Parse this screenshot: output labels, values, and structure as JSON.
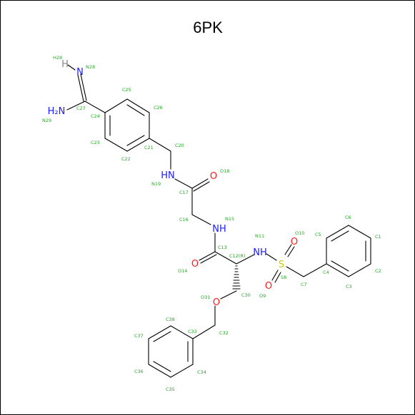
{
  "title": "6PK",
  "colors": {
    "carbon": "#000000",
    "nitrogen": "#1a1aff",
    "oxygen": "#ff1a1a",
    "sulfur": "#cccc00",
    "hydrogen": "#888888",
    "atom_number": "#22aa22"
  },
  "atom_labels": [
    {
      "id": "n28",
      "text": "N",
      "element": "N"
    },
    {
      "id": "h28",
      "text": "H",
      "element": "H"
    },
    {
      "id": "n29",
      "text": "H₂N",
      "element": "N"
    },
    {
      "id": "n19",
      "text": "HN",
      "element": "N"
    },
    {
      "id": "o18",
      "text": "O",
      "element": "O"
    },
    {
      "id": "n15",
      "text": "NH",
      "element": "N"
    },
    {
      "id": "o14",
      "text": "O",
      "element": "O"
    },
    {
      "id": "n11",
      "text": "NH",
      "element": "N"
    },
    {
      "id": "s8",
      "text": "S",
      "element": "S"
    },
    {
      "id": "o10",
      "text": "O",
      "element": "O"
    },
    {
      "id": "o9",
      "text": "O",
      "element": "O"
    },
    {
      "id": "o31",
      "text": "O",
      "element": "O"
    }
  ],
  "atom_numbers": [
    {
      "id": "H28",
      "text": "H28"
    },
    {
      "id": "N28",
      "text": "N28"
    },
    {
      "id": "N29",
      "text": "N29"
    },
    {
      "id": "C27",
      "text": "C27"
    },
    {
      "id": "C24",
      "text": "C24"
    },
    {
      "id": "C25",
      "text": "C25"
    },
    {
      "id": "C26",
      "text": "C26"
    },
    {
      "id": "C23",
      "text": "C23"
    },
    {
      "id": "C22",
      "text": "C22"
    },
    {
      "id": "C21",
      "text": "C21"
    },
    {
      "id": "C20",
      "text": "C20"
    },
    {
      "id": "N19",
      "text": "N19"
    },
    {
      "id": "O18",
      "text": "O18"
    },
    {
      "id": "C17",
      "text": "C17"
    },
    {
      "id": "C16",
      "text": "C16"
    },
    {
      "id": "N15",
      "text": "N15"
    },
    {
      "id": "C13",
      "text": "C13"
    },
    {
      "id": "C12",
      "text": "C12(R)"
    },
    {
      "id": "O14",
      "text": "O14"
    },
    {
      "id": "N11",
      "text": "N11"
    },
    {
      "id": "O10",
      "text": "O10"
    },
    {
      "id": "C5",
      "text": "C5"
    },
    {
      "id": "C6",
      "text": "C6"
    },
    {
      "id": "C1",
      "text": "C1"
    },
    {
      "id": "C2",
      "text": "C2"
    },
    {
      "id": "C3",
      "text": "C3"
    },
    {
      "id": "C4",
      "text": "C4"
    },
    {
      "id": "S8",
      "text": "S8"
    },
    {
      "id": "C7",
      "text": "C7"
    },
    {
      "id": "O9",
      "text": "O9"
    },
    {
      "id": "C30",
      "text": "C30"
    },
    {
      "id": "O31",
      "text": "O31"
    },
    {
      "id": "C32",
      "text": "C32"
    },
    {
      "id": "C33",
      "text": "C33"
    },
    {
      "id": "C38",
      "text": "C38"
    },
    {
      "id": "C37",
      "text": "C37"
    },
    {
      "id": "C36",
      "text": "C36"
    },
    {
      "id": "C35",
      "text": "C35"
    },
    {
      "id": "C34",
      "text": "C34"
    }
  ]
}
